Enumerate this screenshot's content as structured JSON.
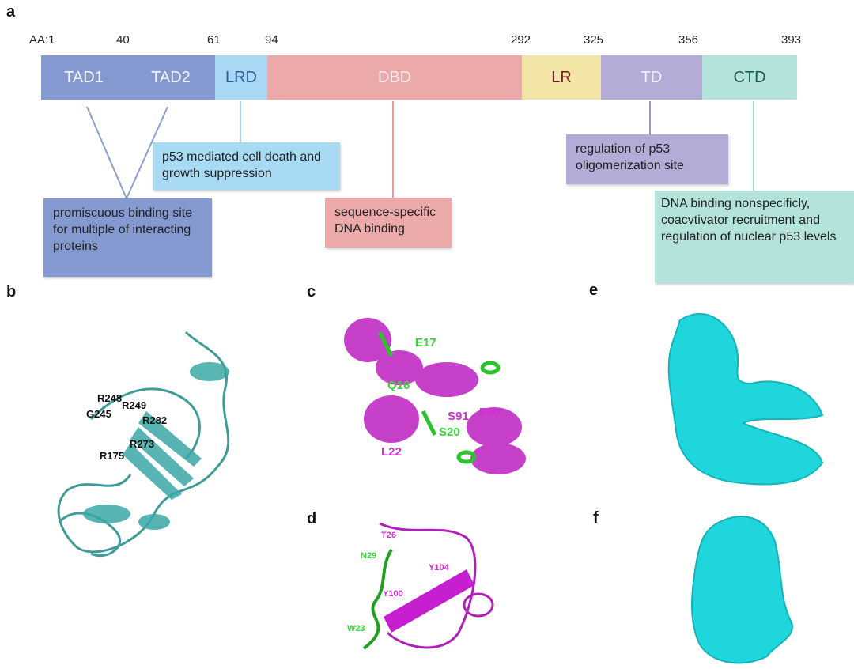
{
  "panels": {
    "a": "a",
    "b": "b",
    "c": "c",
    "d": "d",
    "e": "e",
    "f": "f"
  },
  "positions": [
    "AA:1",
    "40",
    "61",
    "94",
    "292",
    "325",
    "356",
    "393"
  ],
  "domains": [
    {
      "label": "TAD1",
      "color": "#8399cf",
      "text": "#eef2fb"
    },
    {
      "label": "TAD2",
      "color": "#8399cf",
      "text": "#eef2fb"
    },
    {
      "label": "LRD",
      "color": "#a8d8f3",
      "text": "#2a5fa0"
    },
    {
      "label": "DBD",
      "color": "#eba9aa",
      "text": "#fbeaea"
    },
    {
      "label": "LR",
      "color": "#f2e5a6",
      "text": "#7a1a22"
    },
    {
      "label": "TD",
      "color": "#b4acd7",
      "text": "#f2effa"
    },
    {
      "label": "CTD",
      "color": "#b3e3da",
      "text": "#1a5e50"
    }
  ],
  "annotations": {
    "tad": "promiscuous binding site for multiple of interacting proteins",
    "lrd": "p53 mediated cell death and growth suppression",
    "dbd": "sequence-specific DNA binding",
    "td": "regulation of p53 oligomerization site",
    "ctd": "DNA binding nonspecificly, coacvtivator recruitment and regulation of nuclear p53 levels"
  },
  "residues_b": [
    "R248",
    "R249",
    "G245",
    "R282",
    "R273",
    "R175"
  ],
  "residues_c_green": [
    "E17",
    "Q16",
    "S20"
  ],
  "residues_c_magenta": [
    "S91",
    "F90",
    "L22"
  ],
  "residues_d_green": [
    "N29",
    "W23"
  ],
  "residues_d_magenta": [
    "T26",
    "Y104",
    "Y100"
  ]
}
